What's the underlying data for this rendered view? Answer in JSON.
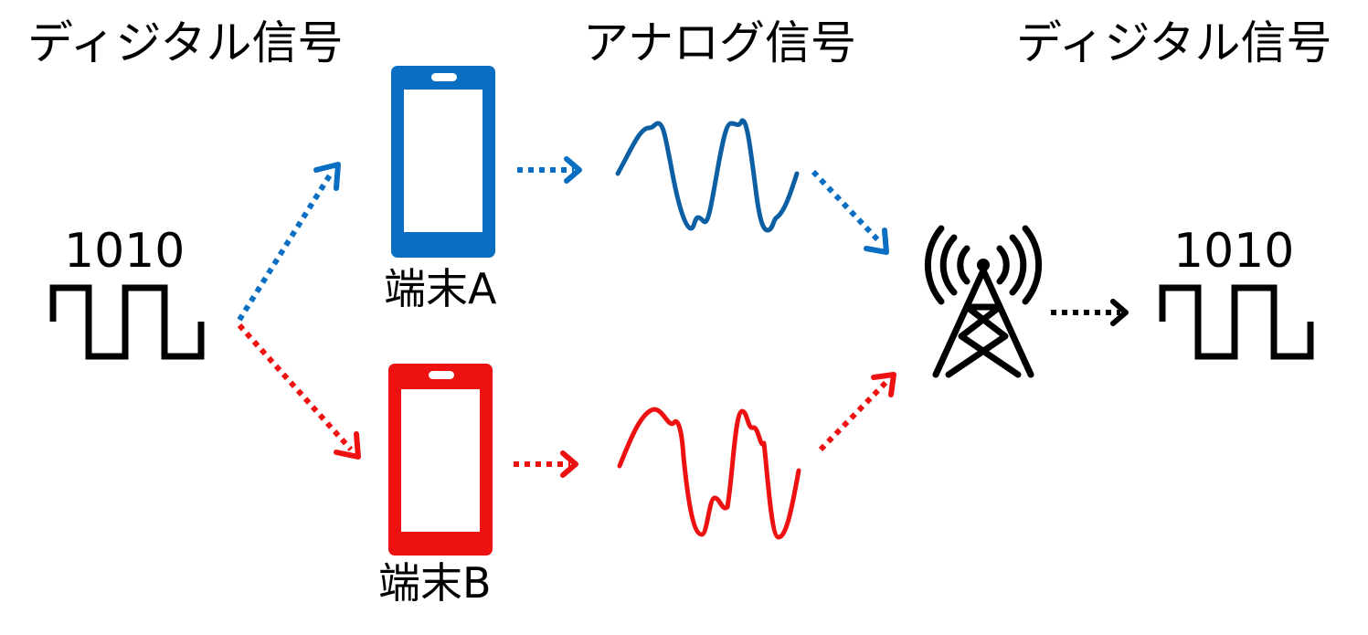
{
  "headings": {
    "left": "ディジタル信号",
    "middle": "アナログ信号",
    "right": "ディジタル信号"
  },
  "input": {
    "bits": "1010"
  },
  "output": {
    "bits": "1010"
  },
  "devices": [
    {
      "label": "端末A",
      "color": "#0a6fc2"
    },
    {
      "label": "端末B",
      "color": "#ee1111"
    }
  ],
  "colors": {
    "blue": "#0a6fc2",
    "red": "#ee1111",
    "black": "#000000"
  },
  "icons": {
    "phone_a": "smartphone-icon",
    "phone_b": "smartphone-icon",
    "tower": "cell-tower-icon",
    "square_wave": "square-wave-icon",
    "analog_wave": "analog-wave-icon"
  }
}
